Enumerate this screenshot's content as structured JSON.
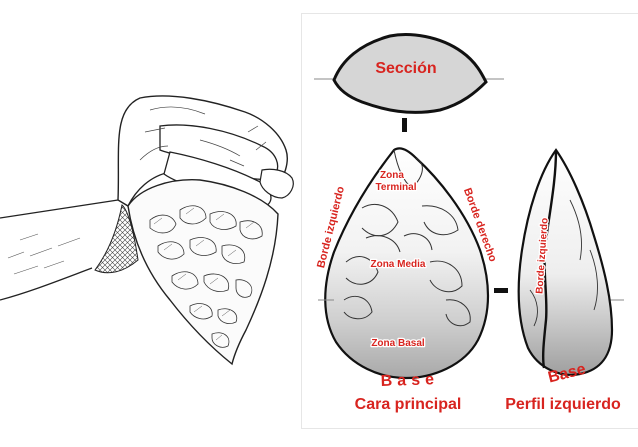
{
  "labels": {
    "seccion": "Sección",
    "zona_terminal_1": "Zona",
    "zona_terminal_2": "Terminal",
    "zona_media": "Zona Media",
    "zona_basal": "Zona Basal",
    "borde_izquierdo": "Borde izquierdo",
    "borde_derecho": "Borde derecho",
    "borde_izquierdo_perfil": "Borde izquierdo",
    "base_front": "Base",
    "base_profile": "Base",
    "cara_principal": "Cara principal",
    "perfil_izquierdo": "Perfil izquierdo"
  },
  "colors": {
    "label_red": "#d8241f",
    "outline": "#111111",
    "section_fill": "#d6d6d6"
  },
  "icons": {
    "left_illustration": "hand-holding-handaxe-illustration"
  }
}
